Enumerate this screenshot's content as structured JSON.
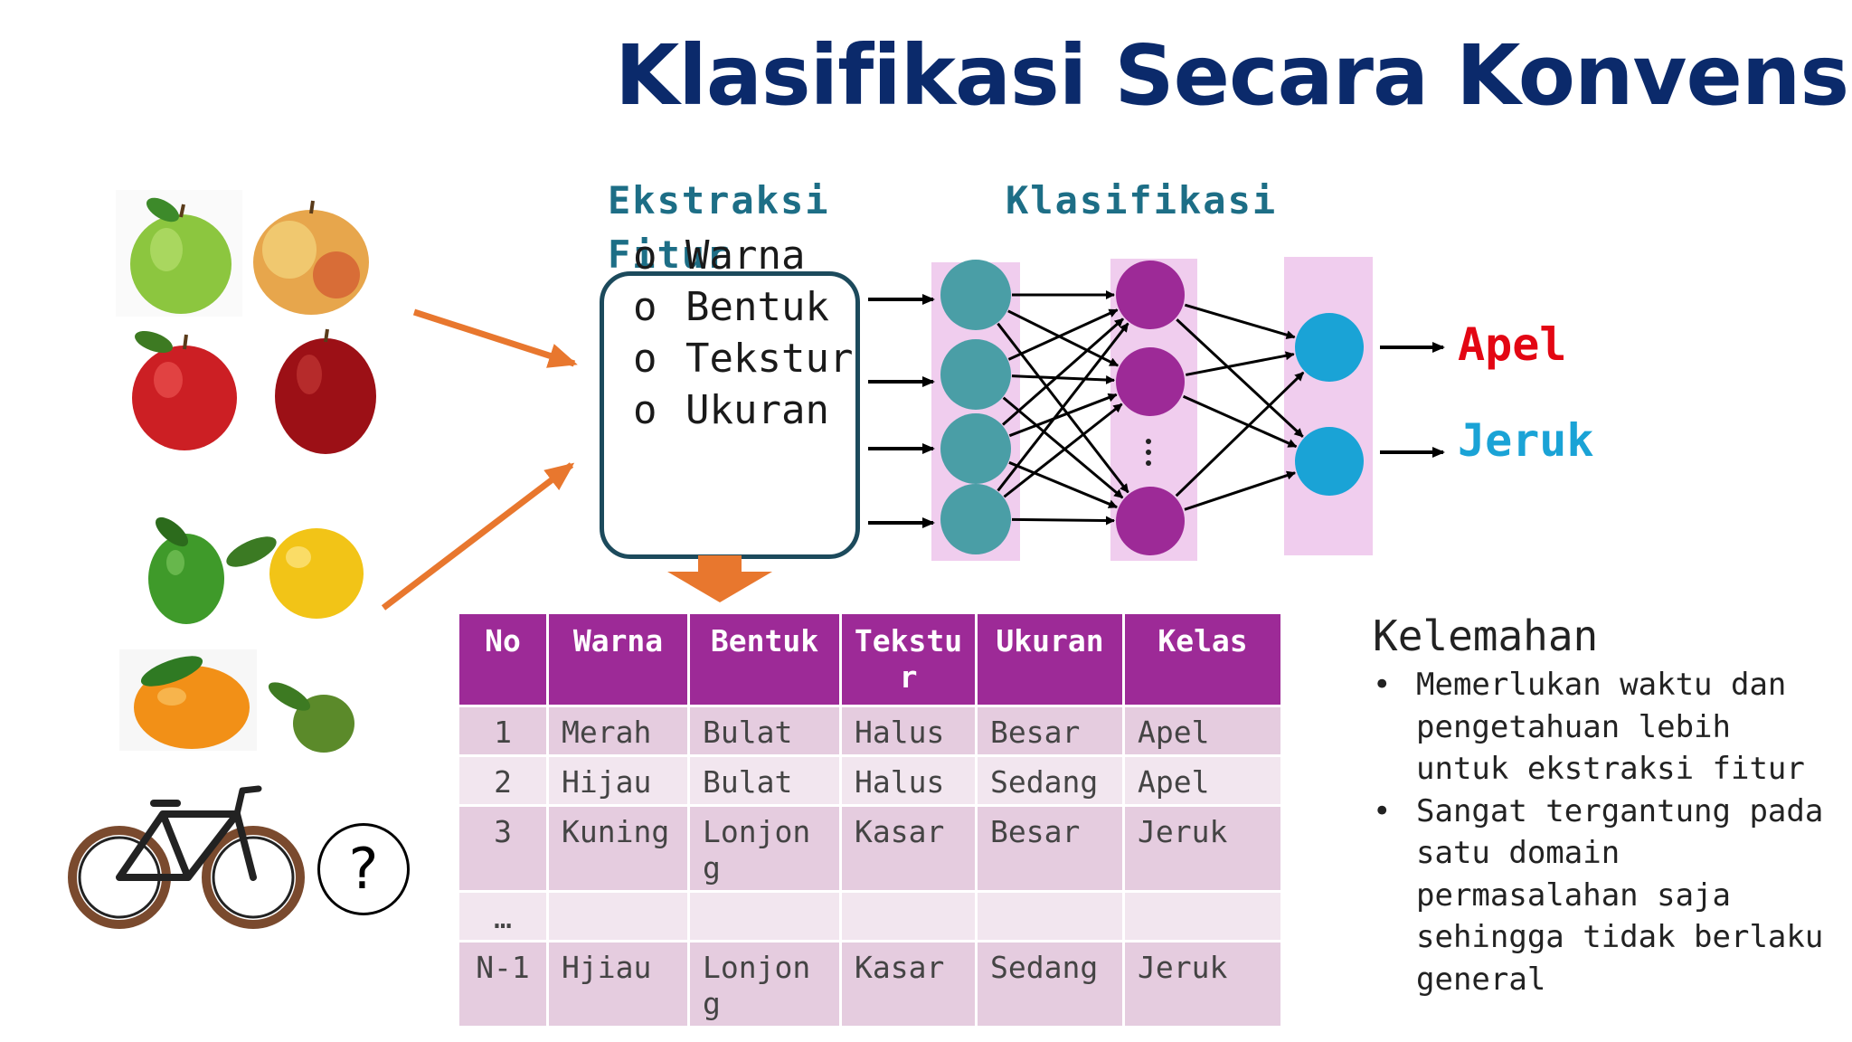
{
  "title": "Klasifikasi Secara Konvensional",
  "extraction_title": "Ekstraksi Fitur",
  "classification_title": "Klasifikasi",
  "features": [
    "Warna",
    "Bentuk",
    "Tekstur",
    "Ukuran"
  ],
  "outputs": {
    "apel": "Apel",
    "jeruk": "Jeruk"
  },
  "question_mark": "?",
  "table": {
    "headers": [
      "No",
      "Warna",
      "Bentuk",
      "Tekstur",
      "Ukuran",
      "Kelas"
    ],
    "rows": [
      [
        "1",
        "Merah",
        "Bulat",
        "Halus",
        "Besar",
        "Apel"
      ],
      [
        "2",
        "Hijau",
        "Bulat",
        "Halus",
        "Sedang",
        "Apel"
      ],
      [
        "3",
        "Kuning",
        "Lonjong",
        "Kasar",
        "Besar",
        "Jeruk"
      ],
      [
        "…",
        "",
        "",
        "",
        "",
        ""
      ],
      [
        "N-1",
        "Hjiau",
        "Lonjong",
        "Kasar",
        "Sedang",
        "Jeruk"
      ]
    ]
  },
  "weakness": {
    "title": "Kelemahan",
    "items": [
      "Memerlukan waktu dan pengetahuan lebih untuk ekstraksi fitur",
      "Sangat tergantung pada satu domain permasalahan saja sehingga tidak berlaku general"
    ]
  },
  "colors": {
    "title": "#0b2a6b",
    "section": "#1d6e86",
    "apel": "#e30613",
    "jeruk": "#1aa3d6",
    "input_node": "#4a9ea6",
    "hidden_node": "#9d2a97",
    "output_node": "#1aa3d6",
    "layer_bg": "#f0cdee",
    "arrow": "#e8772e",
    "table_header": "#9d2a97"
  },
  "icons": [
    "green-apple-icon",
    "yellow-red-apple-icon",
    "red-apple-icon",
    "dark-red-apple-icon",
    "lime-icon",
    "lemon-icon",
    "orange-icon",
    "small-lime-icon",
    "bicycle-icon"
  ]
}
